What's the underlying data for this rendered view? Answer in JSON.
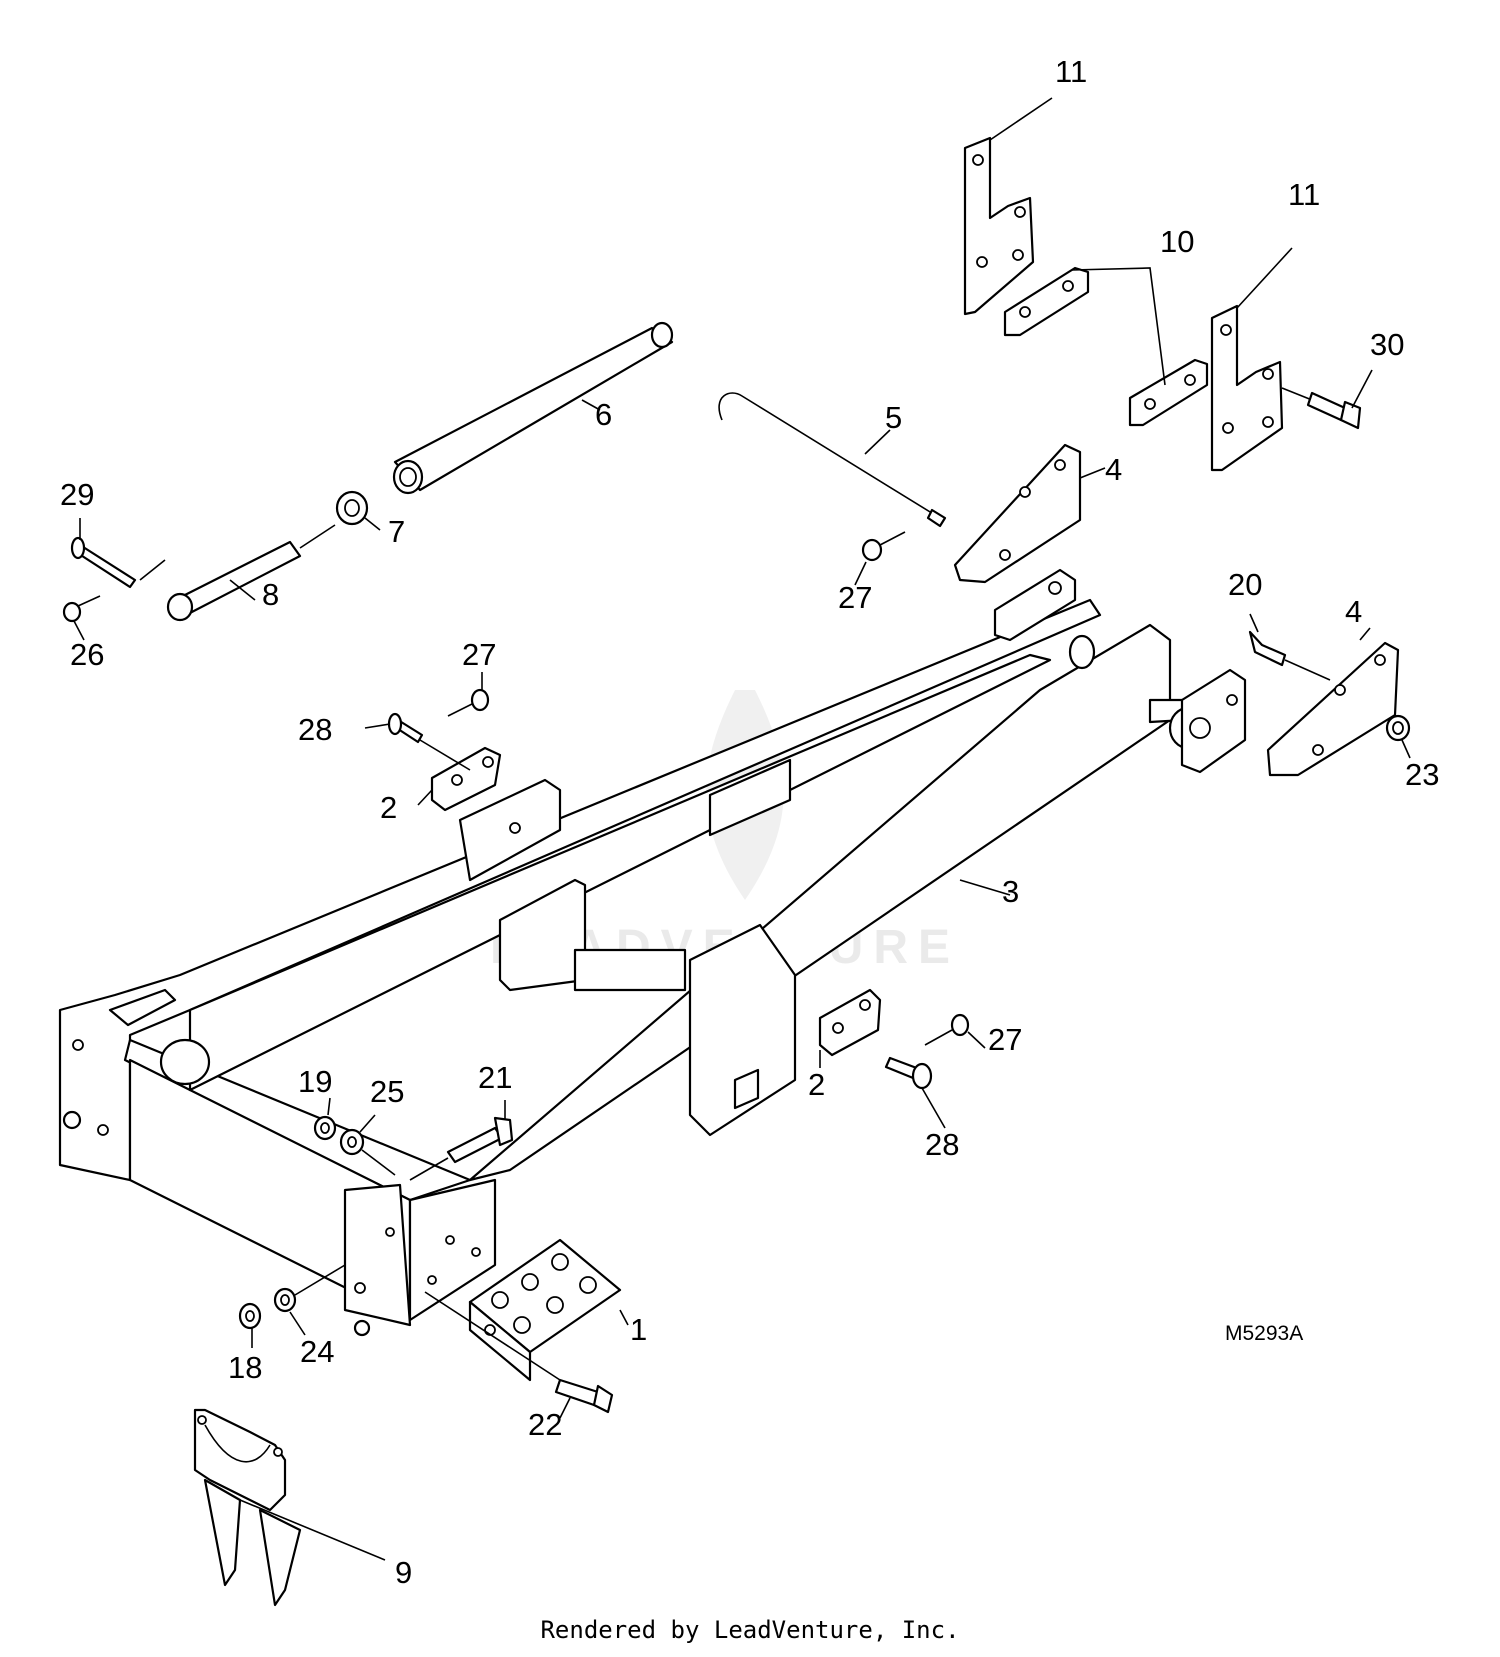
{
  "callouts": [
    {
      "id": "c11a",
      "text": "11"
    },
    {
      "id": "c11b",
      "text": "11"
    },
    {
      "id": "c10",
      "text": "10"
    },
    {
      "id": "c30",
      "text": "30"
    },
    {
      "id": "c6",
      "text": "6"
    },
    {
      "id": "c5",
      "text": "5"
    },
    {
      "id": "c4a",
      "text": "4"
    },
    {
      "id": "c4b",
      "text": "4"
    },
    {
      "id": "c29",
      "text": "29"
    },
    {
      "id": "c7",
      "text": "7"
    },
    {
      "id": "c8",
      "text": "8"
    },
    {
      "id": "c26",
      "text": "26"
    },
    {
      "id": "c27a",
      "text": "27"
    },
    {
      "id": "c27b",
      "text": "27"
    },
    {
      "id": "c27c",
      "text": "27"
    },
    {
      "id": "c20",
      "text": "20"
    },
    {
      "id": "c23",
      "text": "23"
    },
    {
      "id": "c28a",
      "text": "28"
    },
    {
      "id": "c28b",
      "text": "28"
    },
    {
      "id": "c2a",
      "text": "2"
    },
    {
      "id": "c2b",
      "text": "2"
    },
    {
      "id": "c3",
      "text": "3"
    },
    {
      "id": "c19",
      "text": "19"
    },
    {
      "id": "c25",
      "text": "25"
    },
    {
      "id": "c21",
      "text": "21"
    },
    {
      "id": "c1",
      "text": "1"
    },
    {
      "id": "c18",
      "text": "18"
    },
    {
      "id": "c24",
      "text": "24"
    },
    {
      "id": "c22",
      "text": "22"
    },
    {
      "id": "c9",
      "text": "9"
    }
  ],
  "figure_code": "M5293A",
  "watermark": "LEADVENTURE",
  "footer": "Rendered by LeadVenture, Inc."
}
